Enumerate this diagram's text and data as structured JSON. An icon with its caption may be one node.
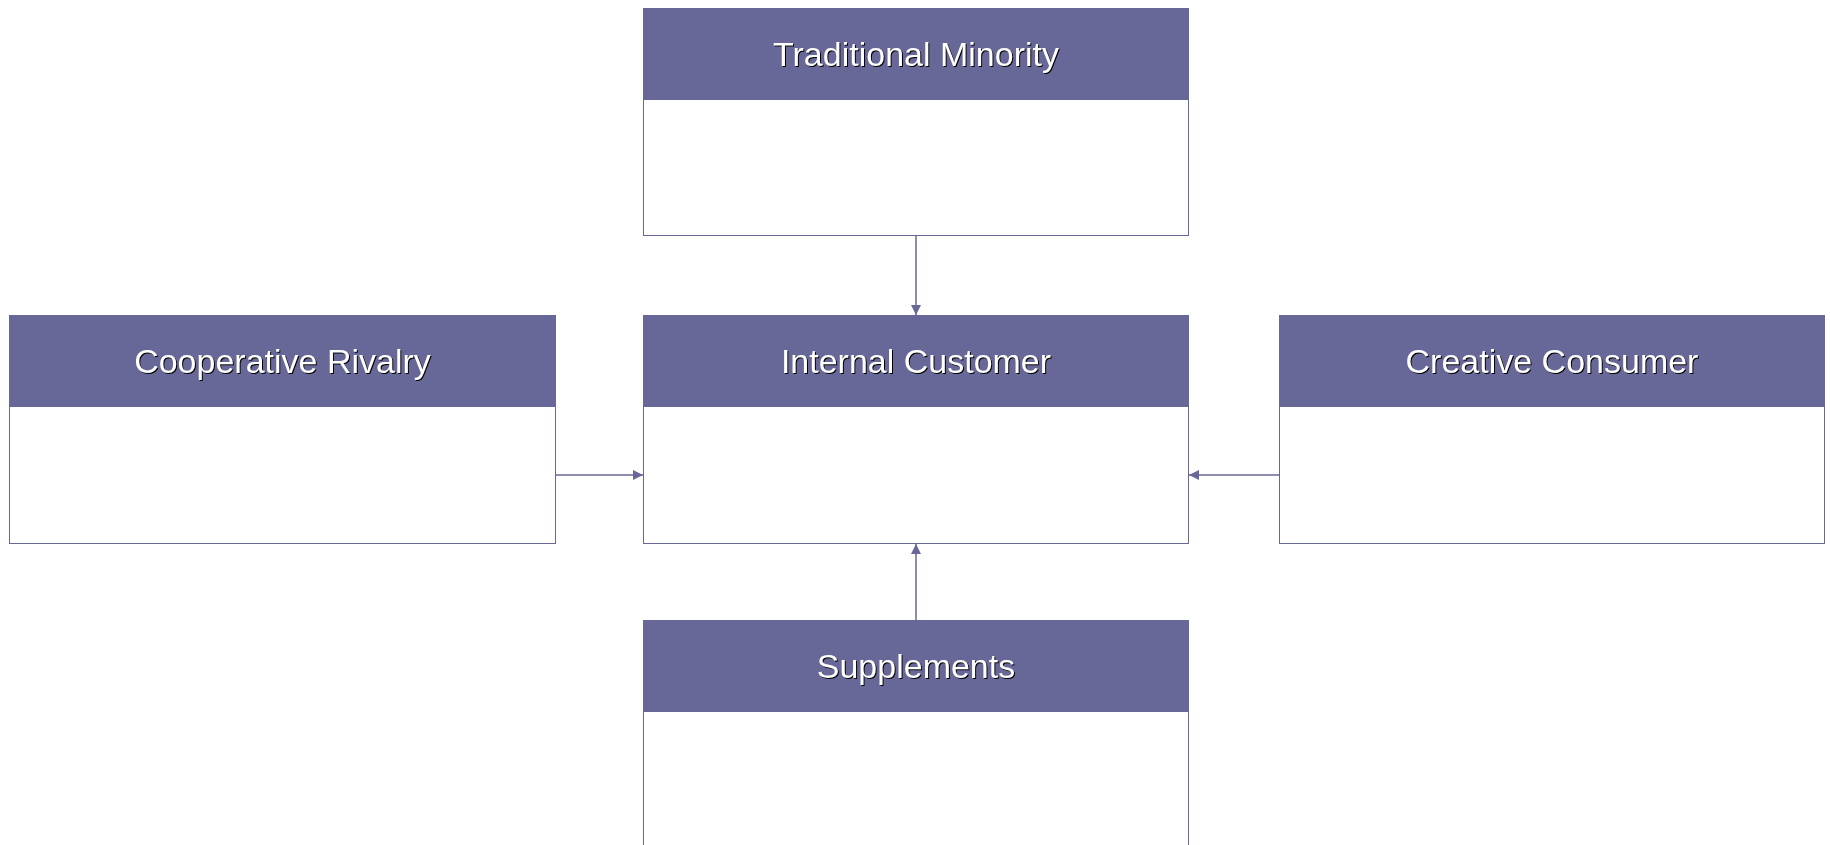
{
  "diagram": {
    "nodes": [
      {
        "text": [
          "Traditional Minority"
        ]
      },
      {
        "text": [
          "Cooperative Rivalry"
        ]
      },
      {
        "text": [
          "Internal Customer"
        ]
      },
      {
        "text": [
          "Creative Consumer"
        ]
      },
      {
        "text": [
          "Supplements"
        ]
      }
    ],
    "edges": [
      {
        "from": 0,
        "to": 2,
        "arrow": "to"
      },
      {
        "from": 1,
        "to": 2,
        "arrow": "to"
      },
      {
        "from": 3,
        "to": 2,
        "arrow": "to"
      },
      {
        "from": 4,
        "to": 2,
        "arrow": "to"
      }
    ]
  }
}
